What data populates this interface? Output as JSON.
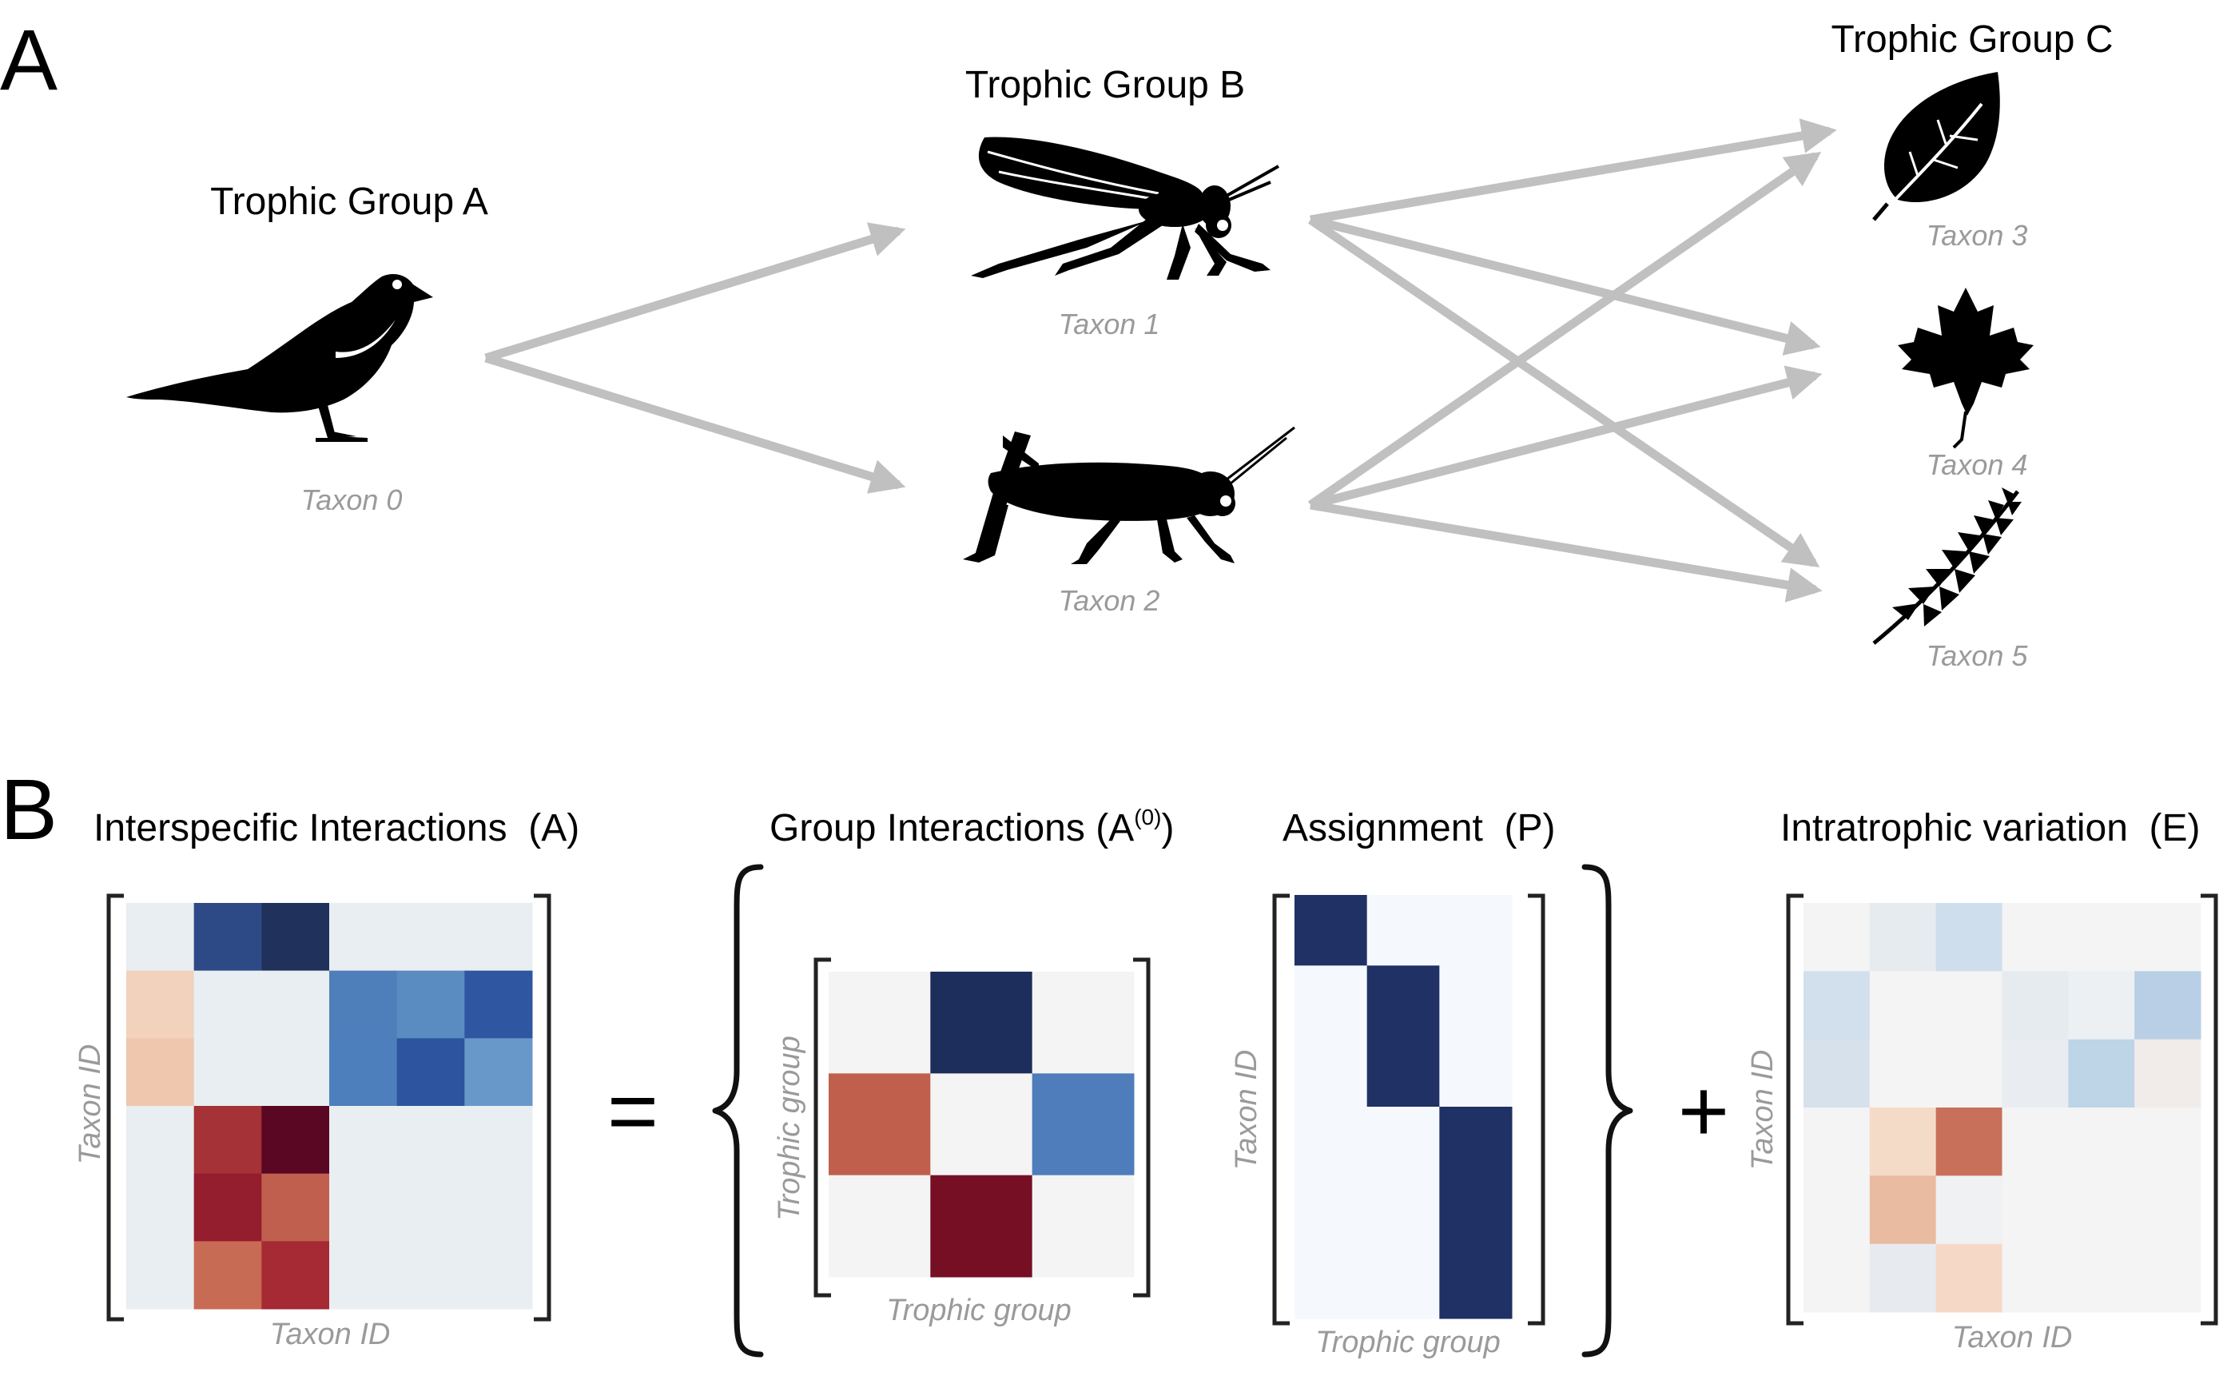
{
  "panel_a": {
    "label": "A",
    "groups": [
      {
        "title": "Trophic Group A",
        "taxa": [
          "Taxon 0"
        ]
      },
      {
        "title": "Trophic Group B",
        "taxa": [
          "Taxon 1",
          "Taxon 2"
        ]
      },
      {
        "title": "Trophic Group C",
        "taxa": [
          "Taxon 3",
          "Taxon 4",
          "Taxon 5"
        ]
      }
    ],
    "edges": [
      [
        0,
        1
      ],
      [
        0,
        2
      ],
      [
        1,
        3
      ],
      [
        1,
        4
      ],
      [
        1,
        5
      ],
      [
        2,
        3
      ],
      [
        2,
        4
      ],
      [
        2,
        5
      ]
    ],
    "icons": [
      "bird-icon",
      "cicada-icon",
      "grasshopper-icon",
      "leaf-icon",
      "maple-leaf-icon",
      "fern-icon"
    ],
    "arrow_color": "#c0c0c0"
  },
  "panel_b": {
    "label": "B",
    "equals": "=",
    "plus": "+",
    "interactions": {
      "title": "Interspecific Interactions  (A)",
      "xlabel": "Taxon ID",
      "ylabel": "Taxon ID",
      "colors": [
        [
          "#e9eef2",
          "#2d4a87",
          "#20325c",
          "#e9eef2",
          "#e9eef2",
          "#e9eef2"
        ],
        [
          "#f2d2bd",
          "#e9eef2",
          "#e9eef2",
          "#4f7fba",
          "#5a8cc2",
          "#2f56a0"
        ],
        [
          "#efc7ae",
          "#e9eef2",
          "#e9eef2",
          "#4c7fbc",
          "#2d549f",
          "#6898ca"
        ],
        [
          "#e9eef2",
          "#a43236",
          "#5a0723",
          "#e9eef2",
          "#e9eef2",
          "#e9eef2"
        ],
        [
          "#e9eef2",
          "#941d2e",
          "#c05f4d",
          "#e9eef2",
          "#e9eef2",
          "#e9eef2"
        ],
        [
          "#e9eef2",
          "#c86b55",
          "#a52a34",
          "#e9eef2",
          "#e9eef2",
          "#e9eef2"
        ]
      ]
    },
    "group_interactions": {
      "title": "Group Interactions (A",
      "title_sup": "(0)",
      "title_close": ")",
      "xlabel": "Trophic group",
      "ylabel": "Trophic group",
      "colors": [
        [
          "#f4f4f4",
          "#1d2d5c",
          "#f4f4f4"
        ],
        [
          "#c0604c",
          "#f4f4f4",
          "#4f7cba"
        ],
        [
          "#f4f4f4",
          "#760f24",
          "#f4f4f4"
        ]
      ]
    },
    "assignment": {
      "title": "Assignment  (P)",
      "xlabel": "Trophic group",
      "ylabel": "Taxon ID",
      "colors": [
        [
          "#1f3165",
          "#f5f9fe",
          "#f5f9fe"
        ],
        [
          "#f5f9fe",
          "#1f3165",
          "#f5f9fe"
        ],
        [
          "#f5f9fe",
          "#1f3165",
          "#f5f9fe"
        ],
        [
          "#f5f9fe",
          "#f5f9fe",
          "#1f3165"
        ],
        [
          "#f5f9fe",
          "#f5f9fe",
          "#1f3165"
        ],
        [
          "#f5f9fe",
          "#f5f9fe",
          "#1f3165"
        ]
      ]
    },
    "variation": {
      "title": "Intratrophic variation  (E)",
      "xlabel": "Taxon ID",
      "ylabel": "Taxon ID",
      "colors": [
        [
          "#f4f4f4",
          "#e6ebf0",
          "#cfdeec",
          "#f4f4f4",
          "#f4f4f4",
          "#f4f4f4"
        ],
        [
          "#d2dfec",
          "#f4f4f4",
          "#f4f4f4",
          "#e6ebf0",
          "#edf0f3",
          "#b9cfe5"
        ],
        [
          "#d6e1ec",
          "#f4f4f4",
          "#f4f4f4",
          "#e9edf1",
          "#bed4e7",
          "#f1ecea"
        ],
        [
          "#f4f4f4",
          "#f4dbc8",
          "#c9705a",
          "#f4f4f4",
          "#f4f4f4",
          "#f4f4f4"
        ],
        [
          "#f4f4f4",
          "#e9bba0",
          "#f0f1f3",
          "#f4f4f4",
          "#f4f4f4",
          "#f4f4f4"
        ],
        [
          "#f4f4f4",
          "#e7ebf0",
          "#f6d8c6",
          "#f4f4f4",
          "#f4f4f4",
          "#f4f4f4"
        ]
      ]
    }
  }
}
